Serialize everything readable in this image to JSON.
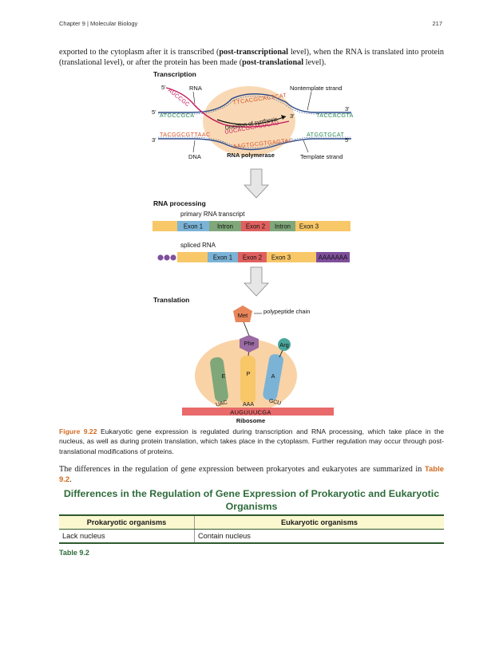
{
  "header": {
    "chapter": "Chapter 9 | Molecular Biology",
    "page_number": "217"
  },
  "intro": {
    "part1": "exported to the cytoplasm after it is transcribed (",
    "bold1": "post-transcriptional",
    "part2": " level), when the RNA is translated into protein (translational level), or after the protein has been made (",
    "bold2": "post-translational",
    "part3": " level)."
  },
  "figure": {
    "transcription": {
      "heading": "Transcription",
      "rna_label": "RNA",
      "nontemplate_label": "Nontemplate strand",
      "direction_label": "Direction of synthesis",
      "dna_label": "DNA",
      "polymerase_label": "RNA polymerase",
      "template_label": "Template strand",
      "end_5_top": "5'",
      "end_5_left": "5'",
      "end_3_right_top": "3'",
      "end_3_left": "3'",
      "end_5_right_bottom": "5'",
      "end_3_rna": "3'",
      "seq_top_left": "ATGCCGCA",
      "seq_top_bubble": "TTCACGCACTCAT",
      "seq_top_right": "TACCACGTA",
      "seq_bottom_left": "TACGGCGTTAAC",
      "seq_bottom_bubble": "AAGTGCGTGAGTAC",
      "seq_bottom_right": "ATGGTGCAT",
      "seq_rna_tail": "AUCCGC",
      "seq_rna_bubble": "UUCACGCACUCAU"
    },
    "processing": {
      "heading": "RNA processing",
      "primary_label": "primary RNA transcript",
      "spliced_label": "spliced RNA",
      "primary_segments": [
        "Exon 1",
        "Intron",
        "Exon 2",
        "Intron",
        "Exon 3"
      ],
      "spliced_segments": [
        "Exon 1",
        "Exon 2",
        "Exon 3"
      ],
      "polya_tail": "AAAAAAA"
    },
    "translation": {
      "heading": "Translation",
      "polypeptide_label": "polypeptide chain",
      "met": "Met",
      "phe": "Phe",
      "arg": "Arg",
      "site_e": "E",
      "site_p": "P",
      "site_a": "A",
      "anticodon_e": "UAC",
      "anticodon_p": "AAA",
      "anticodon_a": "GCU",
      "mrna_seq": "AUGUUUCGA",
      "ribosome_label": "Ribosome"
    },
    "colors": {
      "exon1": "#7bb3d6",
      "intron": "#7fa77a",
      "exon2": "#e0605f",
      "exon3": "#f8c768",
      "utr": "#f8c768",
      "polya": "#7f4f9c",
      "cap": "#7f4f9c",
      "ribosome": "#f9d3a6",
      "met": "#e8865a",
      "phe": "#9a6aa2",
      "arg": "#4aa69a"
    }
  },
  "caption": {
    "label": "Figure 9.22",
    "text": " Eukaryotic gene expression is regulated during transcription and RNA processing, which take place in the nucleus, as well as during protein translation, which takes place in the cytoplasm. Further regulation may occur through post-translational modifications of proteins."
  },
  "summary": {
    "text": "The differences in the regulation of gene expression between prokaryotes and eukaryotes are summarized in ",
    "ref": "Table 9.2",
    "end": "."
  },
  "table": {
    "title": "Differences in the Regulation of Gene Expression of Prokaryotic and Eukaryotic Organisms",
    "headers": [
      "Prokaryotic organisms",
      "Eukaryotic organisms"
    ],
    "rows": [
      [
        "Lack nucleus",
        "Contain nucleus"
      ]
    ],
    "label": "Table 9.2"
  }
}
